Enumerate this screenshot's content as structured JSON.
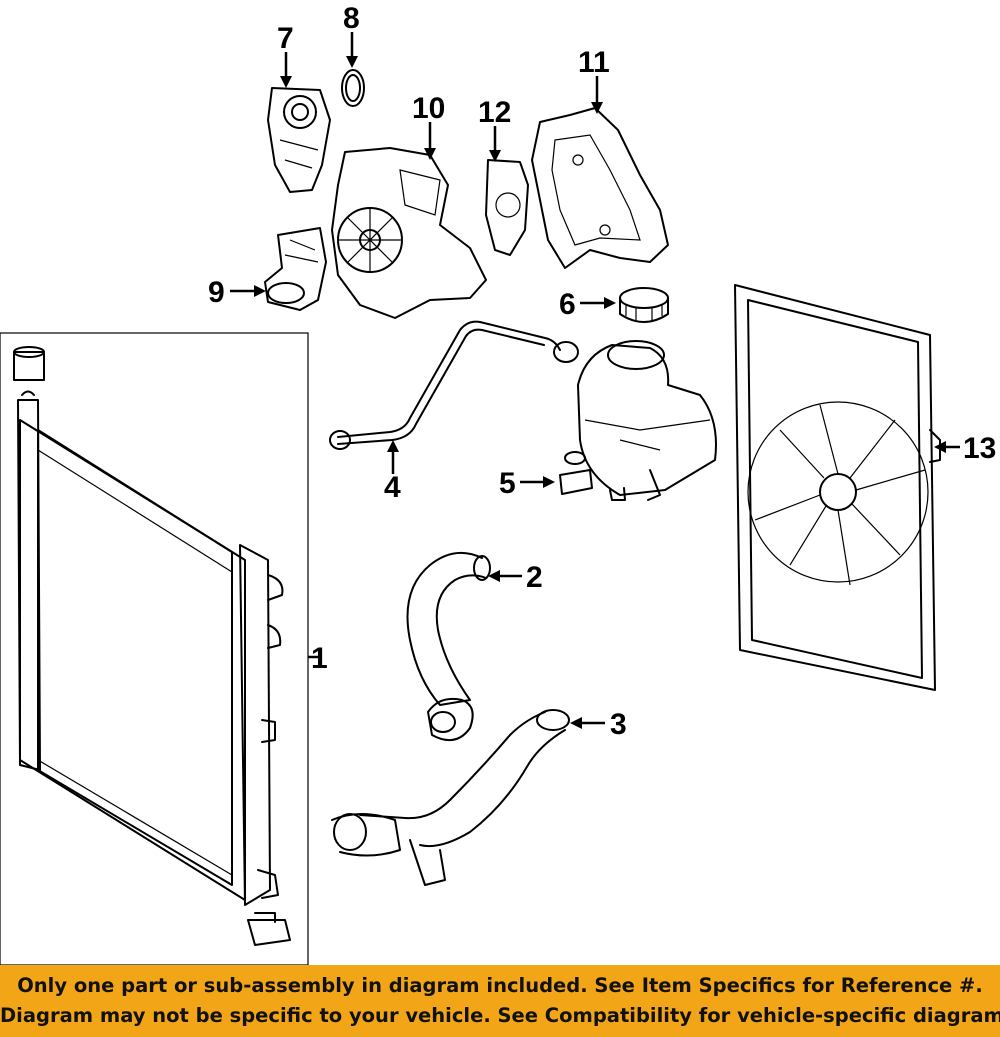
{
  "callouts": {
    "c1": "1",
    "c2": "2",
    "c3": "3",
    "c4": "4",
    "c5": "5",
    "c6": "6",
    "c7": "7",
    "c8": "8",
    "c9": "9",
    "c10": "10",
    "c11": "11",
    "c12": "12",
    "c13": "13"
  },
  "banner": {
    "line1": "Only one part or sub-assembly in diagram included. See Item Specifics for Reference #.",
    "line2": "Diagram may not be specific to your vehicle. See Compatibility for vehicle-specific diagrams."
  },
  "colors": {
    "banner_background": "#f2a516",
    "line_art": "#000000"
  }
}
